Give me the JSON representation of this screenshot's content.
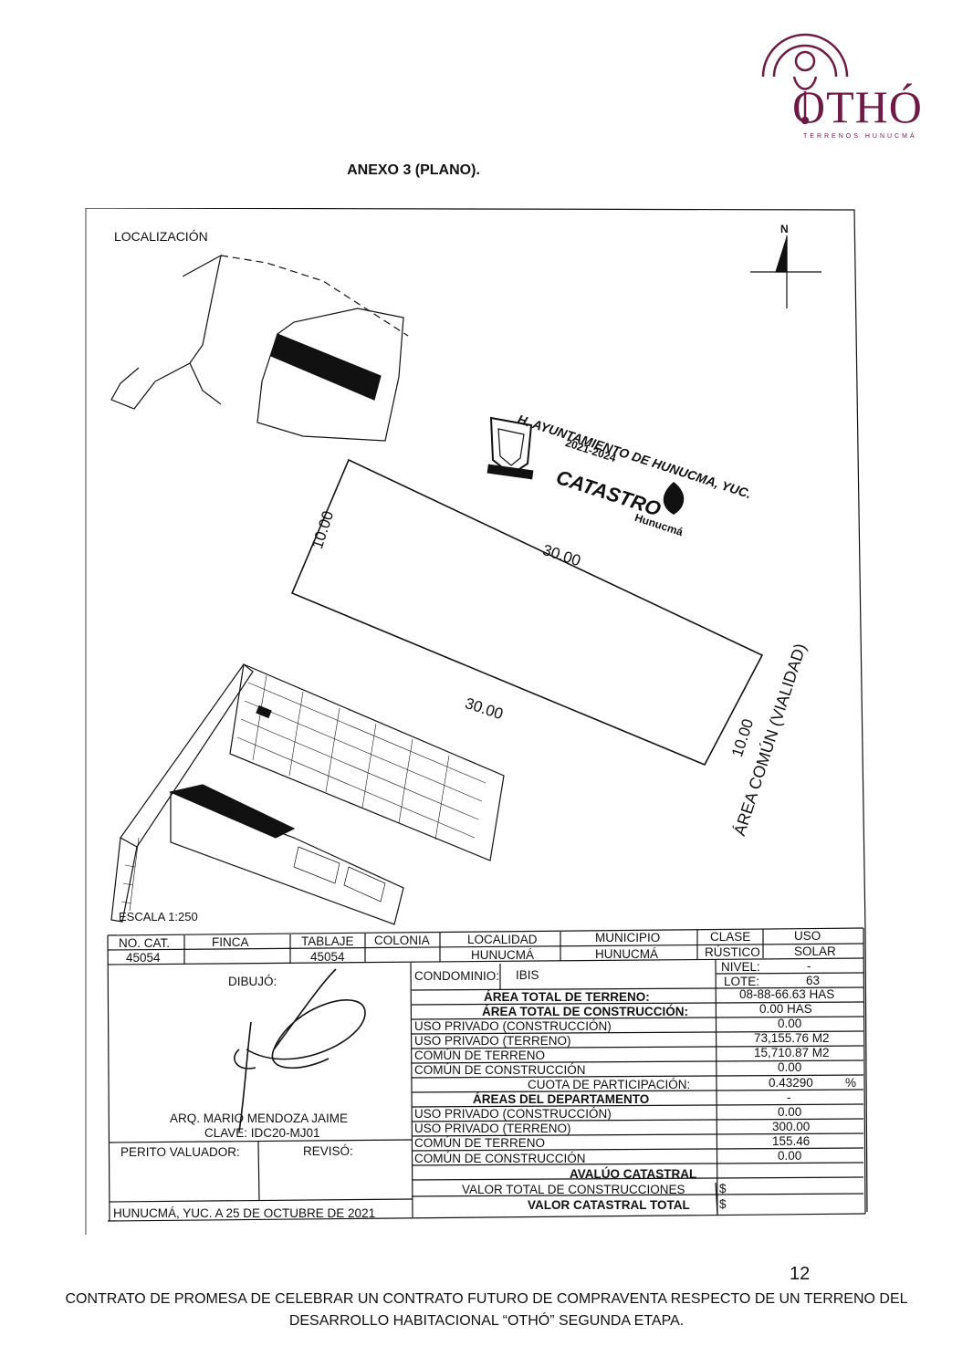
{
  "logo": {
    "name": "OTHÓ",
    "tagline": "TERRENOS HUNUCMÁ",
    "color": "#6d1b45"
  },
  "heading": "ANEXO 3 (PLANO).",
  "plan": {
    "location_title": "LOCALIZACIÓN",
    "north": "N",
    "scale": "ESCALA 1:250",
    "lot_dims": {
      "side_a": "10.00",
      "top": "30.00",
      "bottom": "30.00",
      "side_b": "10.00"
    },
    "road_label": "ÁREA COMÚN (VIALIDAD)",
    "stamp": {
      "line1": "H. AYUNTAMIENTO DE HUNUCMA, YUC.",
      "line2": "2021-2024",
      "line3": "CATASTRO",
      "line4": "Hunucmá"
    }
  },
  "table": {
    "headers": {
      "no_cat": "NO. CAT.",
      "finca": "FINCA",
      "tablaje": "TABLAJE",
      "colonia": "COLONIA",
      "localidad": "LOCALIDAD",
      "municipio": "MUNICIPIO",
      "clase": "CLASE",
      "uso": "USO"
    },
    "values": {
      "no_cat": "45054",
      "tablaje": "45054",
      "localidad": "HUNUCMÁ",
      "municipio": "HUNUCMÁ",
      "clase": "RÚSTICO",
      "uso": "SOLAR"
    },
    "nivel_label": "NIVEL:",
    "nivel_value": "-",
    "lote_label": "LOTE:",
    "lote_value": "63",
    "condominio_label": "CONDOMINIO:",
    "condominio_value": "IBIS",
    "dibujo_label": "DIBUJÓ:",
    "architect": "ARQ. MARIO MENDOZA JAIME",
    "clave": "CLAVE: IDC20-MJ01",
    "perito": "PERITO VALUADOR:",
    "reviso": "REVISÓ:",
    "place_date": "HUNUCMÁ, YUC. A 25 DE OCTUBRE DE 2021",
    "rows": [
      {
        "label": "ÁREA TOTAL DE TERRENO:",
        "value": "08-88-66.63 HAS"
      },
      {
        "label": "ÁREA TOTAL DE CONSTRUCCIÓN:",
        "value": "0.00 HAS"
      },
      {
        "label": "USO PRIVADO (CONSTRUCCIÓN)",
        "value": "0.00"
      },
      {
        "label": "USO PRIVADO (TERRENO)",
        "value": "73,155.76 M2"
      },
      {
        "label": "COMÚN DE TERRENO",
        "value": "15,710.87 M2"
      },
      {
        "label": "COMÚN DE CONSTRUCCIÓN",
        "value": "0.00"
      },
      {
        "label": "CUOTA DE PARTICIPACIÓN:",
        "value": "0.43290",
        "unit": "%"
      },
      {
        "label": "ÁREAS DEL DEPARTAMENTO",
        "value": "-"
      },
      {
        "label": "USO PRIVADO (CONSTRUCCIÓN)",
        "value": "0.00"
      },
      {
        "label": "USO PRIVADO (TERRENO)",
        "value": "300.00"
      },
      {
        "label": "COMÚN DE TERRENO",
        "value": "155.46"
      },
      {
        "label": "COMÚN DE CONSTRUCCIÓN",
        "value": "0.00"
      }
    ],
    "avaluo": "AVALÚO CATASTRAL",
    "valor_constr": "VALOR TOTAL DE CONSTRUCCIONES",
    "valor_total": "VALOR CATASTRAL TOTAL",
    "currency": "$"
  },
  "page_number": "12",
  "footer_line1": "CONTRATO DE PROMESA DE CELEBRAR UN CONTRATO FUTURO DE COMPRAVENTA RESPECTO DE UN TERRENO DEL",
  "footer_line2": "DESARROLLO HABITACIONAL “OTHÓ” SEGUNDA ETAPA."
}
